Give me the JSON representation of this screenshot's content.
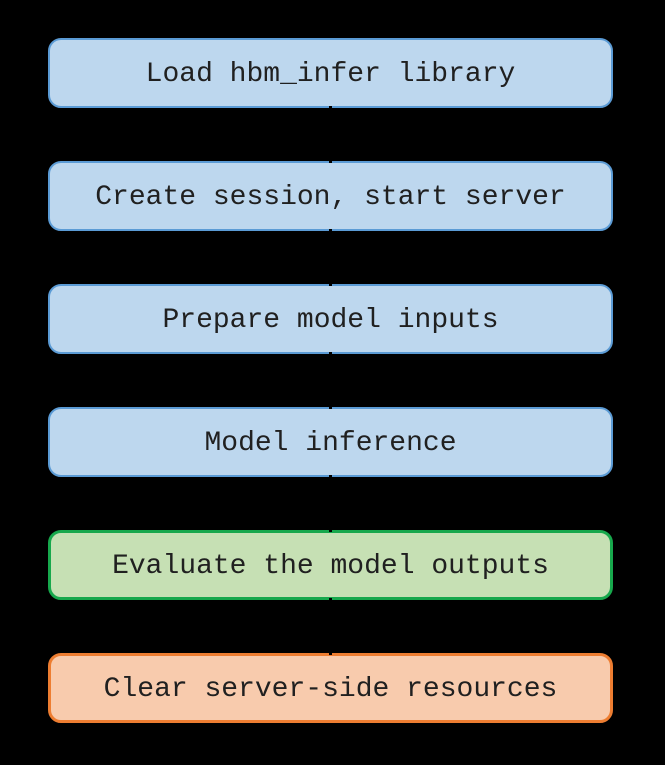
{
  "diagram": {
    "type": "flowchart",
    "direction": "top-to-bottom",
    "nodes": [
      {
        "id": "load-library",
        "label": "Load hbm_infer library",
        "color": "blue"
      },
      {
        "id": "create-session",
        "label": "Create session, start server",
        "color": "blue"
      },
      {
        "id": "prepare-inputs",
        "label": "Prepare model inputs",
        "color": "blue"
      },
      {
        "id": "model-inference",
        "label": "Model inference",
        "color": "blue"
      },
      {
        "id": "evaluate-outputs",
        "label": "Evaluate the model outputs",
        "color": "green"
      },
      {
        "id": "clear-resources",
        "label": "Clear server-side resources",
        "color": "orange"
      }
    ],
    "edges": [
      {
        "from": "load-library",
        "to": "create-session"
      },
      {
        "from": "create-session",
        "to": "prepare-inputs"
      },
      {
        "from": "prepare-inputs",
        "to": "model-inference"
      },
      {
        "from": "model-inference",
        "to": "evaluate-outputs"
      },
      {
        "from": "evaluate-outputs",
        "to": "clear-resources"
      }
    ]
  },
  "palette": {
    "background": "#000000",
    "text": "#202020",
    "connector": "#000000",
    "blue_fill": "#BDD7EE",
    "blue_border": "#5B9BD5",
    "green_fill": "#C6E0B4",
    "green_border": "#17A84C",
    "orange_fill": "#F8CBAD",
    "orange_border": "#ED7D31"
  }
}
